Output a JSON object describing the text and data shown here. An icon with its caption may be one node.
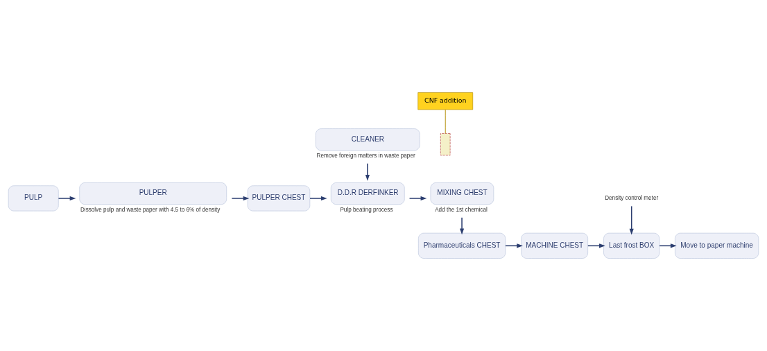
{
  "diagram": {
    "nodes": [
      {
        "text": [
          "PULP"
        ]
      },
      {
        "text": [
          "PULPER"
        ],
        "beside": [
          "Dissolve pulp and waste paper with 4.5 to 6% of density"
        ]
      },
      {
        "text": [
          "PULPER CHEST"
        ]
      },
      {
        "text": [
          "CLEANER"
        ],
        "beside": [
          "Remove foreign matters in waste paper"
        ]
      },
      {
        "text": [
          "D.D.R DERFINKER"
        ],
        "beside": [
          "Pulp beating process"
        ]
      },
      {
        "text": [
          "MIXING CHEST"
        ],
        "beside": [
          "Add the 1st chemical"
        ]
      },
      {
        "text": [
          "Pharmaceuticals CHEST"
        ]
      },
      {
        "text": [
          "MACHINE CHEST"
        ]
      },
      {
        "text": [
          "Last frost BOX"
        ]
      },
      {
        "text": [
          "Move to paper machine"
        ]
      },
      {
        "text": [
          "CNF addition"
        ]
      },
      {
        "text": [],
        "shape": "box"
      },
      {
        "text": [
          "Density control meter"
        ]
      }
    ],
    "edges": [
      {
        "from": 0,
        "to": 1,
        "arrow": "to"
      },
      {
        "from": 1,
        "to": 2,
        "arrow": "to"
      },
      {
        "from": 2,
        "to": 4,
        "arrow": "to"
      },
      {
        "from": 3,
        "to": 4,
        "arrow": "to"
      },
      {
        "from": 4,
        "to": 5,
        "arrow": "to"
      },
      {
        "from": 5,
        "to": 6,
        "arrow": "to"
      },
      {
        "from": 6,
        "to": 7,
        "arrow": "to"
      },
      {
        "from": 7,
        "to": 8,
        "arrow": "to"
      },
      {
        "from": 12,
        "to": 8,
        "arrow": "to"
      },
      {
        "from": 8,
        "to": 9,
        "arrow": "to"
      },
      {
        "from": 10,
        "to": 11,
        "arrow": "none",
        "color": "#b08a00"
      }
    ]
  }
}
